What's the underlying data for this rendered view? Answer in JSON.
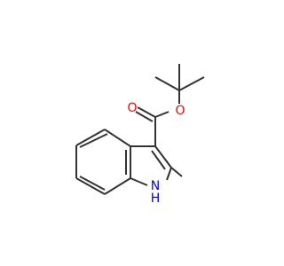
{
  "atoms": {
    "carbonyl_oxygen": {
      "label": "O",
      "color": "#ff0000"
    },
    "ester_oxygen": {
      "label": "O",
      "color": "#ff0000"
    },
    "nitrogen": {
      "label": "N",
      "color": "#0000ff"
    },
    "nitrogen_hydrogen": {
      "label": "H",
      "color": "#0000ff"
    }
  },
  "bond_color": "#333333"
}
